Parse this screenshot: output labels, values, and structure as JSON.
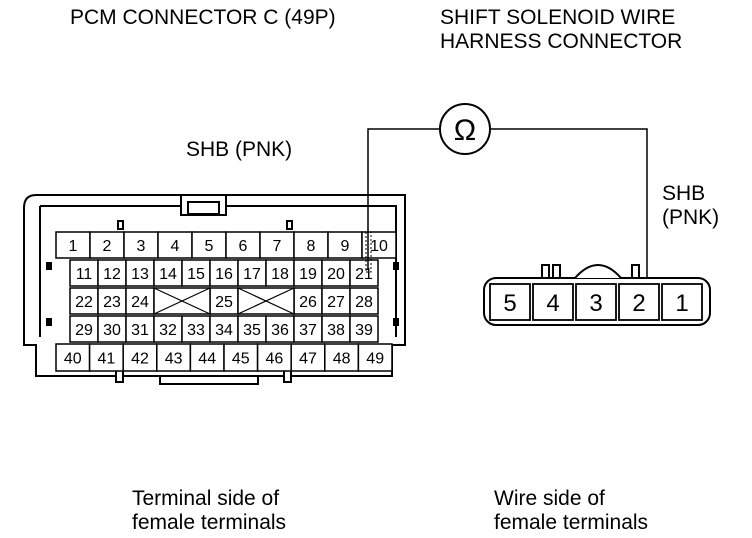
{
  "titles": {
    "pcm": "PCM CONNECTOR C (49P)",
    "solenoid_line1": "SHIFT SOLENOID WIRE",
    "solenoid_line2": "HARNESS CONNECTOR"
  },
  "labels": {
    "shb_left": "SHB (PNK)",
    "shb_right_line1": "SHB",
    "shb_right_line2": "(PNK)",
    "ohm_symbol": "Ω"
  },
  "captions": {
    "left_line1": "Terminal side of",
    "left_line2": "female terminals",
    "right_line1": "Wire side of",
    "right_line2": "female terminals"
  },
  "pcm_connector": {
    "row1": [
      "1",
      "2",
      "3",
      "4",
      "5",
      "6",
      "7",
      "8",
      "9",
      "10"
    ],
    "row2": [
      "11",
      "12",
      "13",
      "14",
      "15",
      "16",
      "17",
      "18",
      "19",
      "20",
      "21"
    ],
    "row3_left": [
      "22",
      "23",
      "24"
    ],
    "row3_mid": [
      "25"
    ],
    "row3_right": [
      "26",
      "27",
      "28"
    ],
    "row4": [
      "29",
      "30",
      "31",
      "32",
      "33",
      "34",
      "35",
      "36",
      "37",
      "38",
      "39"
    ],
    "row5": [
      "40",
      "41",
      "42",
      "43",
      "44",
      "45",
      "46",
      "47",
      "48",
      "49"
    ]
  },
  "solenoid_connector": {
    "pins": [
      "5",
      "4",
      "3",
      "2",
      "1"
    ]
  }
}
